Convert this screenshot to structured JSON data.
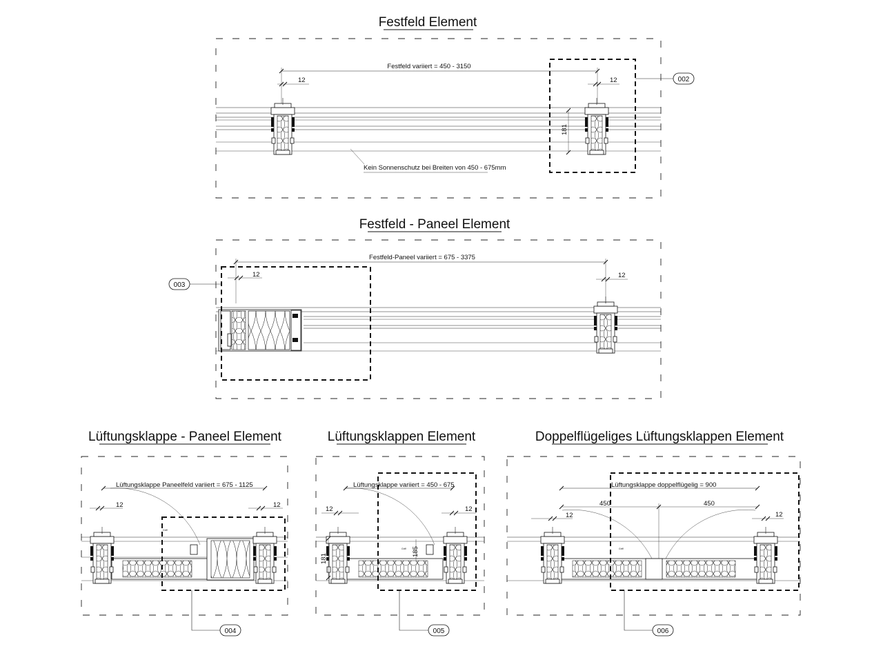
{
  "titles": {
    "festfeld": "Festfeld  Element",
    "festfeld_paneel": "Festfeld - Paneel  Element",
    "lueftungsklappe_paneel": "Lüftungsklappe - Paneel  Element",
    "lueftungsklappen": "Lüftungsklappen Element",
    "doppelfluegelig": "Doppelflügeliges Lüftungsklappen Element"
  },
  "dimensions": {
    "festfeld_width": "Festfeld variiert = 450 - 3150",
    "festfeld_paneel_width": "Festfeld-Paneel variiert = 675 - 3375",
    "lk_paneel_width": "Lüftungsklappe Paneelfeld variiert = 675 - 1125",
    "lk_width": "Lüftungsklappe variiert =  450 - 675",
    "dlk_width": "Lüftungsklappe doppelflügelig = 900",
    "offset": "12",
    "depth": "181",
    "depth2": "185",
    "half": "450"
  },
  "notes": {
    "sonnenschutz": "Kein Sonnenschutz bei Breiten von 450 - 675mm"
  },
  "detail_tags": [
    "002",
    "003",
    "004",
    "005",
    "006"
  ]
}
